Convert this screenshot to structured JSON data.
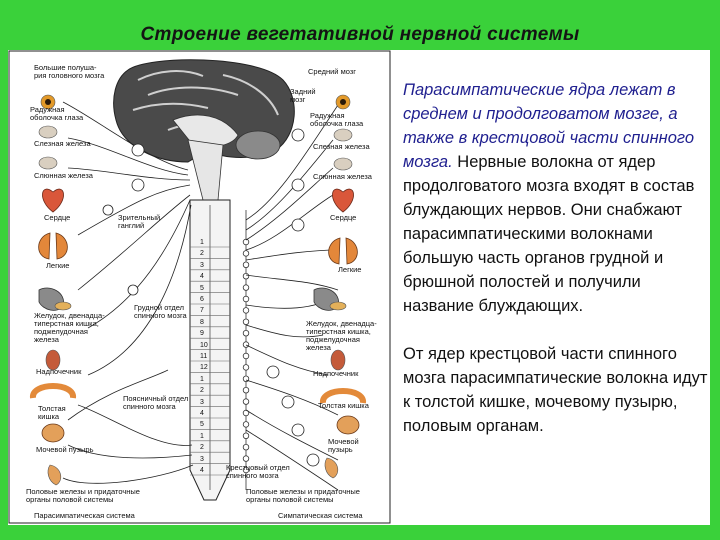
{
  "slide": {
    "title": "Строение вегетативной нервной системы"
  },
  "diagram": {
    "labels": {
      "brain_hemispheres": "Большие полуша-\nрия головного мозга",
      "midbrain": "Средний мозг",
      "medulla": "Задний\nмозг",
      "iris_left": "Радужная\nоболочка глаза",
      "iris_right": "Радужная\nоболочка глаза",
      "lacrimal_left": "Слезная железа",
      "lacrimal_right": "Слезная железа",
      "salivary_left": "Слюнная железа",
      "salivary_right": "Слюнная железа",
      "heart_left": "Сердце",
      "heart_right": "Сердце",
      "ganglion": "Зрительный\nганглий",
      "lungs_left": "Легкие",
      "lungs_right": "Легкие",
      "thoracic": "Грудной отдел\nспинного мозга",
      "stomach_left": "Желудок, двенадца-\nтиперстная кишка,\nподжелудочная\nжелеза",
      "stomach_right": "Желудок, двенадца-\nтиперстная кишка,\nподжелудочная\nжелеза",
      "adrenal_left": "Надпочечник",
      "adrenal_right": "Надпочечник",
      "lumbar": "Поясничный отдел\nспинного мозга",
      "colon_left": "Толстая\nкишка",
      "colon_right": "Толстая кишка",
      "bladder_left": "Мочевой пузырь",
      "bladder_right": "Мочевой\nпузырь",
      "sacral": "Крестцовый отдел\nспинного мозга",
      "genitals_left": "Половые железы и придаточные\nорганы половой системы",
      "genitals_right": "Половые железы и придаточные\nорганы половой системы",
      "parasympathetic": "Парасимпатическая система",
      "sympathetic": "Симпатическая система"
    },
    "segments": [
      "1",
      "2",
      "3",
      "4",
      "5",
      "6",
      "7",
      "8",
      "9",
      "10",
      "11",
      "12",
      "1",
      "2",
      "3",
      "4",
      "5",
      "1",
      "2",
      "3",
      "4"
    ]
  },
  "text": {
    "p1_italic": "Парасимпатические ядра лежат в среднем и продолговатом мозге, а также в крестцовой части спинного мозга.",
    "p1_rest": " Нервные волокна от ядер продолговатого мозга входят в состав блуждающих нервов. Они снабжают парасимпатическими волокнами большую часть органов грудной и брюшной полостей и получили название блуждающих.",
    "p2": "От ядер крестцовой части спинного мозга парасимпатические волокна идут к толстой кишке, мочевому пузырю, половым органам."
  }
}
